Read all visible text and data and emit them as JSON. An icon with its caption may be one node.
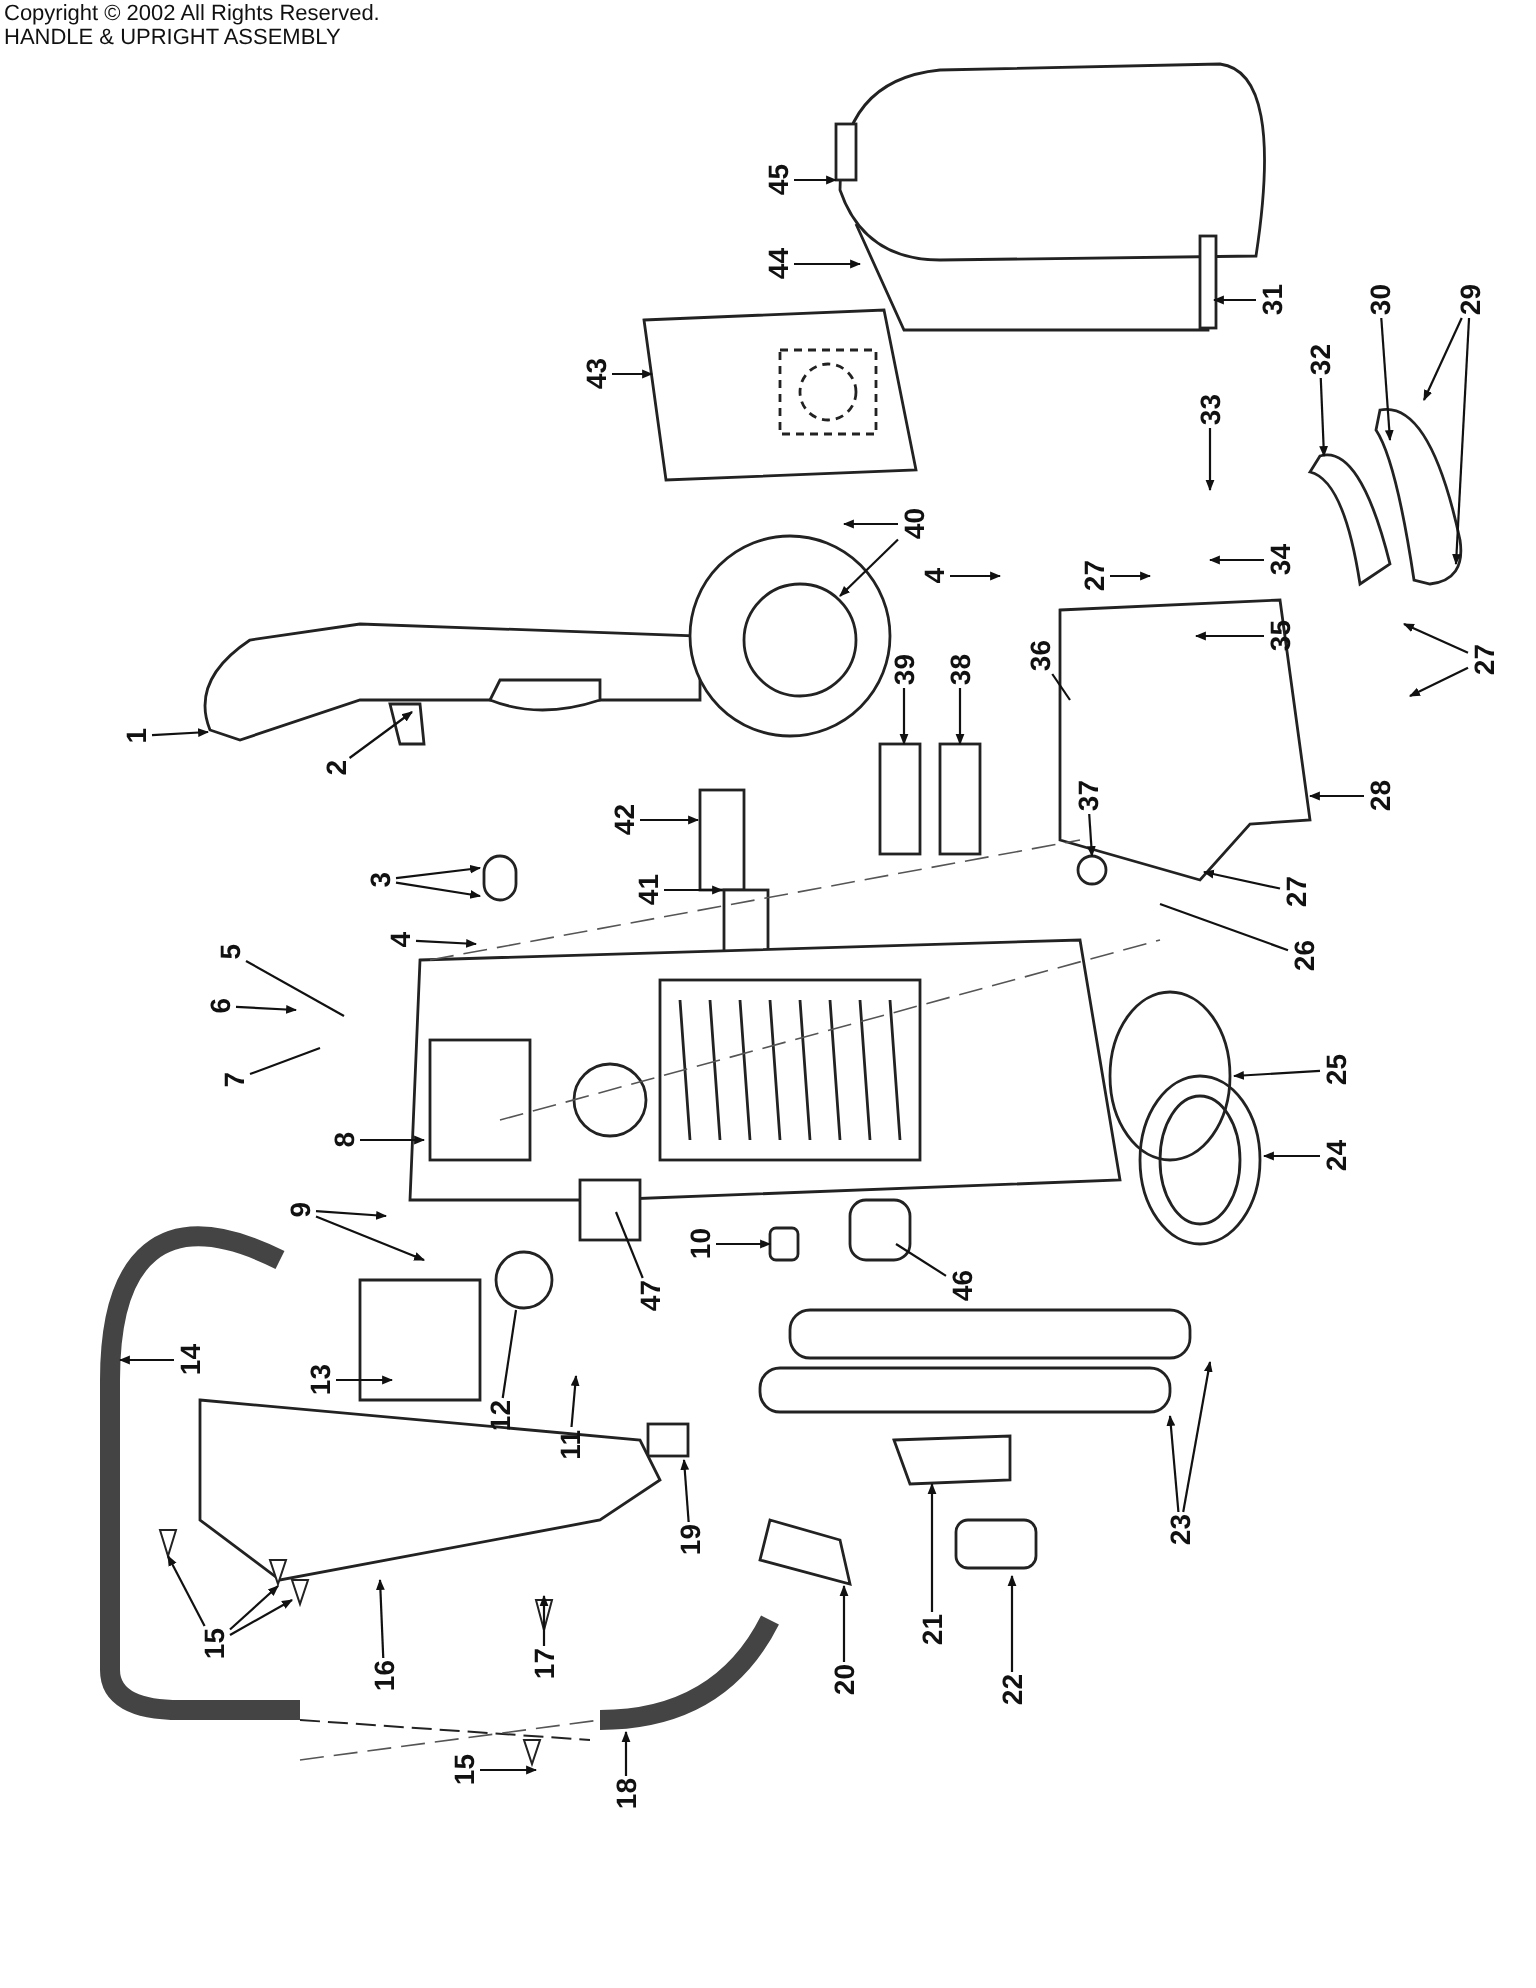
{
  "diagram": {
    "title": "HANDLE & UPRIGHT ASSEMBLY",
    "nodes": [
      {
        "text": [
          "1"
        ]
      },
      {
        "text": [
          "2"
        ]
      },
      {
        "text": [
          "3"
        ]
      },
      {
        "text": [
          "4"
        ]
      },
      {
        "text": [
          "5"
        ]
      },
      {
        "text": [
          "6"
        ]
      },
      {
        "text": [
          "7"
        ]
      },
      {
        "text": [
          "8"
        ]
      },
      {
        "text": [
          "9"
        ]
      },
      {
        "text": [
          "10"
        ]
      },
      {
        "text": [
          "11"
        ]
      },
      {
        "text": [
          "12"
        ]
      },
      {
        "text": [
          "13"
        ]
      },
      {
        "text": [
          "14"
        ]
      },
      {
        "text": [
          "15"
        ]
      },
      {
        "text": [
          "16"
        ]
      },
      {
        "text": [
          "17"
        ]
      },
      {
        "text": [
          "15"
        ]
      },
      {
        "text": [
          "18"
        ]
      },
      {
        "text": [
          "19"
        ]
      },
      {
        "text": [
          "20"
        ]
      },
      {
        "text": [
          "21"
        ]
      },
      {
        "text": [
          "22"
        ]
      },
      {
        "text": [
          "23"
        ]
      },
      {
        "text": [
          "24"
        ]
      },
      {
        "text": [
          "25"
        ]
      },
      {
        "text": [
          "26"
        ]
      },
      {
        "text": [
          "27"
        ]
      },
      {
        "text": [
          "28"
        ]
      },
      {
        "text": [
          "27"
        ]
      },
      {
        "text": [
          "29"
        ]
      },
      {
        "text": [
          "30"
        ]
      },
      {
        "text": [
          "31"
        ]
      },
      {
        "text": [
          "32"
        ]
      },
      {
        "text": [
          "33"
        ]
      },
      {
        "text": [
          "34"
        ]
      },
      {
        "text": [
          "35"
        ]
      },
      {
        "text": [
          "27"
        ]
      },
      {
        "text": [
          "4"
        ]
      },
      {
        "text": [
          "36"
        ]
      },
      {
        "text": [
          "37"
        ]
      },
      {
        "text": [
          "38"
        ]
      },
      {
        "text": [
          "39"
        ]
      },
      {
        "text": [
          "40"
        ]
      },
      {
        "text": [
          "41"
        ]
      },
      {
        "text": [
          "42"
        ]
      },
      {
        "text": [
          "43"
        ]
      },
      {
        "text": [
          "44"
        ]
      },
      {
        "text": [
          "45"
        ]
      },
      {
        "text": [
          "46"
        ]
      },
      {
        "text": [
          "47"
        ]
      }
    ],
    "edges": [
      {
        "from": 0,
        "to": null,
        "arrow": "to"
      },
      {
        "from": 1,
        "to": null,
        "arrow": "to"
      },
      {
        "from": 2,
        "to": null,
        "arrow": "to"
      },
      {
        "from": 2,
        "to": null,
        "arrow": "to"
      },
      {
        "from": 3,
        "to": null,
        "arrow": "to"
      },
      {
        "from": 4,
        "to": null,
        "arrow": "none"
      },
      {
        "from": 5,
        "to": null,
        "arrow": "to"
      },
      {
        "from": 6,
        "to": null,
        "arrow": "none"
      },
      {
        "from": 7,
        "to": null,
        "arrow": "to"
      },
      {
        "from": 8,
        "to": null,
        "arrow": "to"
      },
      {
        "from": 8,
        "to": null,
        "arrow": "to"
      },
      {
        "from": 9,
        "to": null,
        "arrow": "to"
      },
      {
        "from": 10,
        "to": null,
        "arrow": "to"
      },
      {
        "from": 11,
        "to": null,
        "arrow": "none"
      },
      {
        "from": 12,
        "to": null,
        "arrow": "to"
      },
      {
        "from": 13,
        "to": null,
        "arrow": "to"
      },
      {
        "from": 14,
        "to": null,
        "arrow": "to"
      },
      {
        "from": 14,
        "to": null,
        "arrow": "to"
      },
      {
        "from": 14,
        "to": null,
        "arrow": "to"
      },
      {
        "from": 15,
        "to": null,
        "arrow": "to"
      },
      {
        "from": 16,
        "to": null,
        "arrow": "to"
      },
      {
        "from": 17,
        "to": null,
        "arrow": "to"
      },
      {
        "from": 18,
        "to": null,
        "arrow": "to"
      },
      {
        "from": 19,
        "to": null,
        "arrow": "to"
      },
      {
        "from": 20,
        "to": null,
        "arrow": "to"
      },
      {
        "from": 21,
        "to": null,
        "arrow": "to"
      },
      {
        "from": 22,
        "to": null,
        "arrow": "to"
      },
      {
        "from": 23,
        "to": null,
        "arrow": "to"
      },
      {
        "from": 23,
        "to": null,
        "arrow": "to"
      },
      {
        "from": 24,
        "to": null,
        "arrow": "to"
      },
      {
        "from": 25,
        "to": null,
        "arrow": "to"
      },
      {
        "from": 26,
        "to": null,
        "arrow": "none"
      },
      {
        "from": 27,
        "to": null,
        "arrow": "to"
      },
      {
        "from": 28,
        "to": null,
        "arrow": "to"
      },
      {
        "from": 29,
        "to": null,
        "arrow": "to"
      },
      {
        "from": 29,
        "to": null,
        "arrow": "to"
      },
      {
        "from": 30,
        "to": null,
        "arrow": "to"
      },
      {
        "from": 30,
        "to": null,
        "arrow": "to"
      },
      {
        "from": 31,
        "to": null,
        "arrow": "to"
      },
      {
        "from": 32,
        "to": null,
        "arrow": "to"
      },
      {
        "from": 33,
        "to": null,
        "arrow": "to"
      },
      {
        "from": 34,
        "to": null,
        "arrow": "to"
      },
      {
        "from": 35,
        "to": null,
        "arrow": "to"
      },
      {
        "from": 36,
        "to": null,
        "arrow": "to"
      },
      {
        "from": 37,
        "to": null,
        "arrow": "to"
      },
      {
        "from": 38,
        "to": null,
        "arrow": "to"
      },
      {
        "from": 39,
        "to": null,
        "arrow": "none"
      },
      {
        "from": 40,
        "to": null,
        "arrow": "to"
      },
      {
        "from": 41,
        "to": null,
        "arrow": "to"
      },
      {
        "from": 42,
        "to": null,
        "arrow": "to"
      },
      {
        "from": 43,
        "to": null,
        "arrow": "to"
      },
      {
        "from": 43,
        "to": null,
        "arrow": "to"
      },
      {
        "from": 44,
        "to": null,
        "arrow": "to"
      },
      {
        "from": 45,
        "to": null,
        "arrow": "to"
      },
      {
        "from": 46,
        "to": null,
        "arrow": "to"
      },
      {
        "from": 47,
        "to": null,
        "arrow": "to"
      },
      {
        "from": 48,
        "to": null,
        "arrow": "to"
      },
      {
        "from": 49,
        "to": null,
        "arrow": "none"
      },
      {
        "from": 50,
        "to": null,
        "arrow": "none"
      }
    ],
    "labels": [
      "Copyright © 2002 All Rights Reserved."
    ]
  }
}
